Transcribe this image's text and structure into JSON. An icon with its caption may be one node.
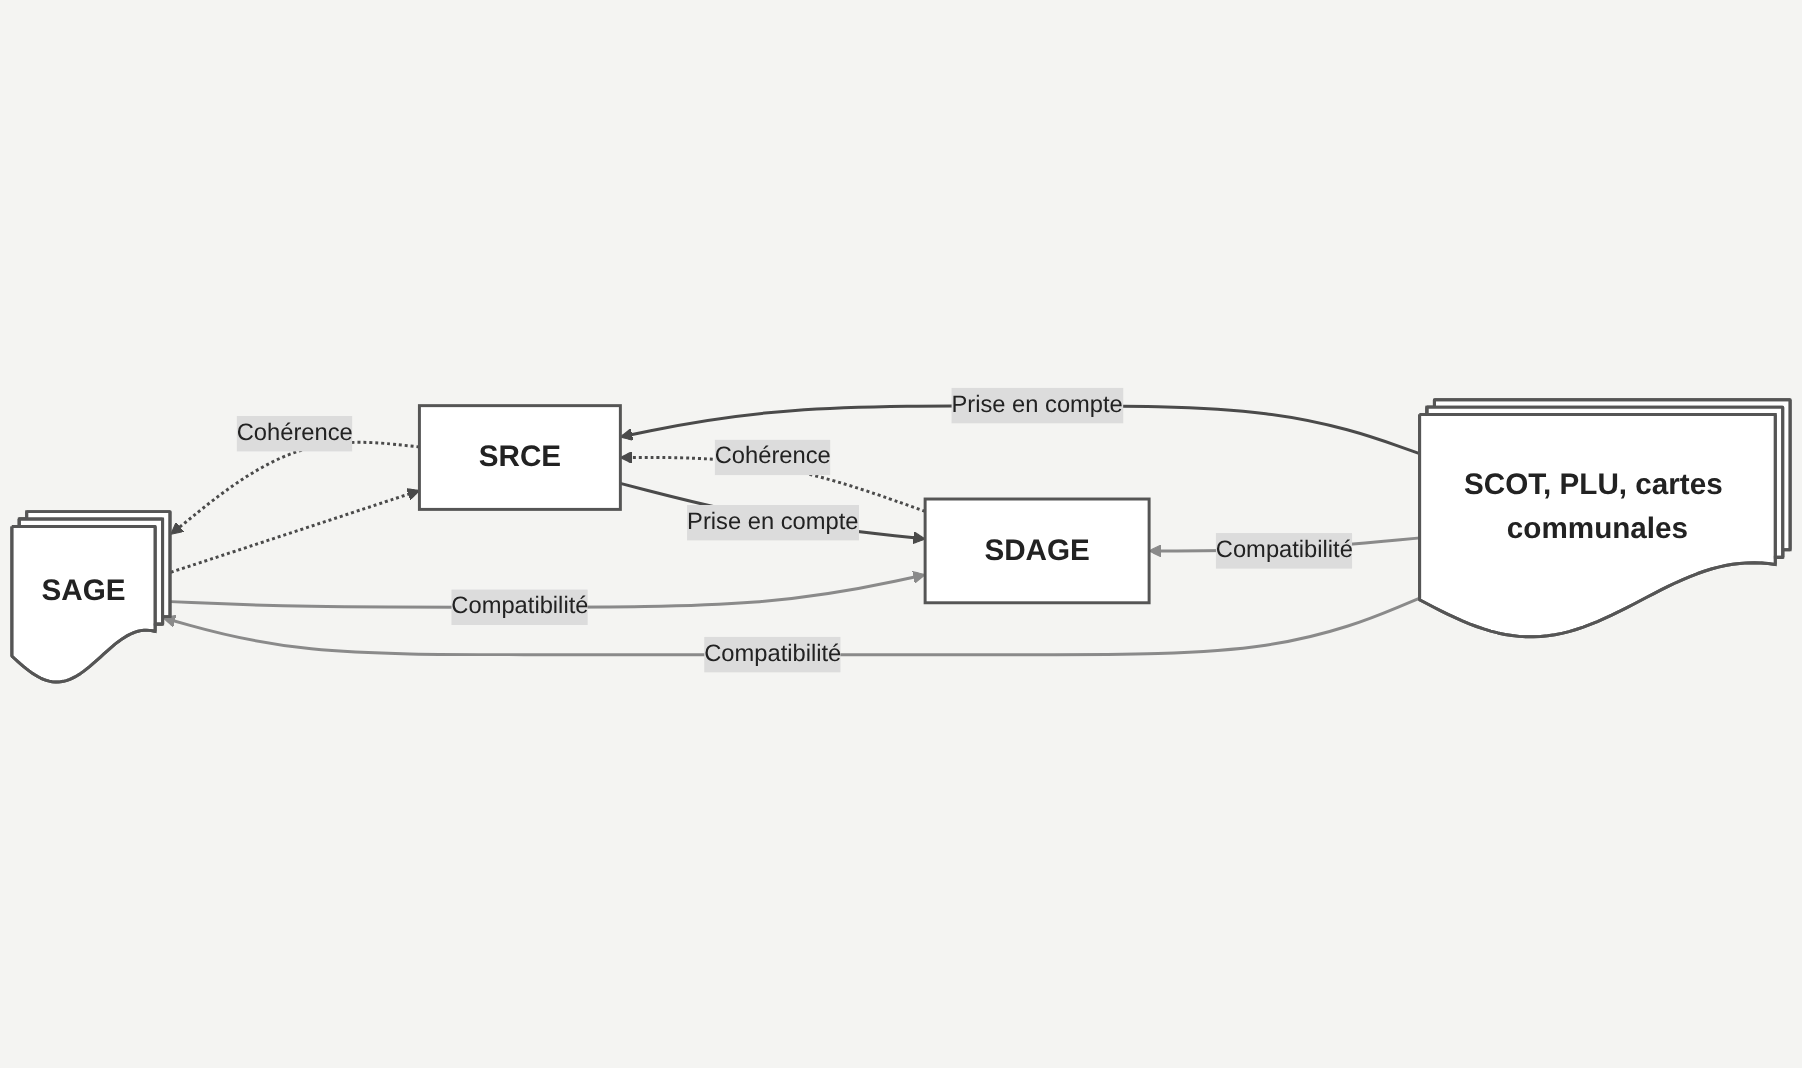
{
  "diagram": {
    "nodes": [
      {
        "text": [
          "SDAGE"
        ]
      },
      {
        "text": [
          "SRCE"
        ]
      },
      {
        "text": [
          "SCOT, PLU, cartes communales"
        ]
      },
      {
        "text": [
          "SAGE"
        ]
      }
    ],
    "edges": [
      {
        "from": 0,
        "to": 1,
        "arrow": "to",
        "label": "Cohérence",
        "style": "dashed",
        "color": "#4a4a4a"
      },
      {
        "from": 1,
        "to": 0,
        "arrow": "to",
        "label": "Prise en compte",
        "color": "#4a4a4a"
      },
      {
        "from": 2,
        "to": 1,
        "arrow": "to",
        "label": "Prise en compte",
        "color": "#4a4a4a"
      },
      {
        "from": 2,
        "to": 0,
        "arrow": "to",
        "label": "Compatibilité"
      },
      {
        "from": 1,
        "to": 3,
        "arrow": "to",
        "label": "Cohérence",
        "style": "dashed",
        "color": "#4a4a4a"
      },
      {
        "from": 3,
        "to": 1,
        "arrow": "to",
        "style": "dashed",
        "color": "#4a4a4a"
      },
      {
        "from": 3,
        "to": 0,
        "arrow": "to",
        "label": "Compatibilité"
      },
      {
        "from": 2,
        "to": 3,
        "arrow": "to",
        "label": "Compatibilité"
      }
    ]
  }
}
